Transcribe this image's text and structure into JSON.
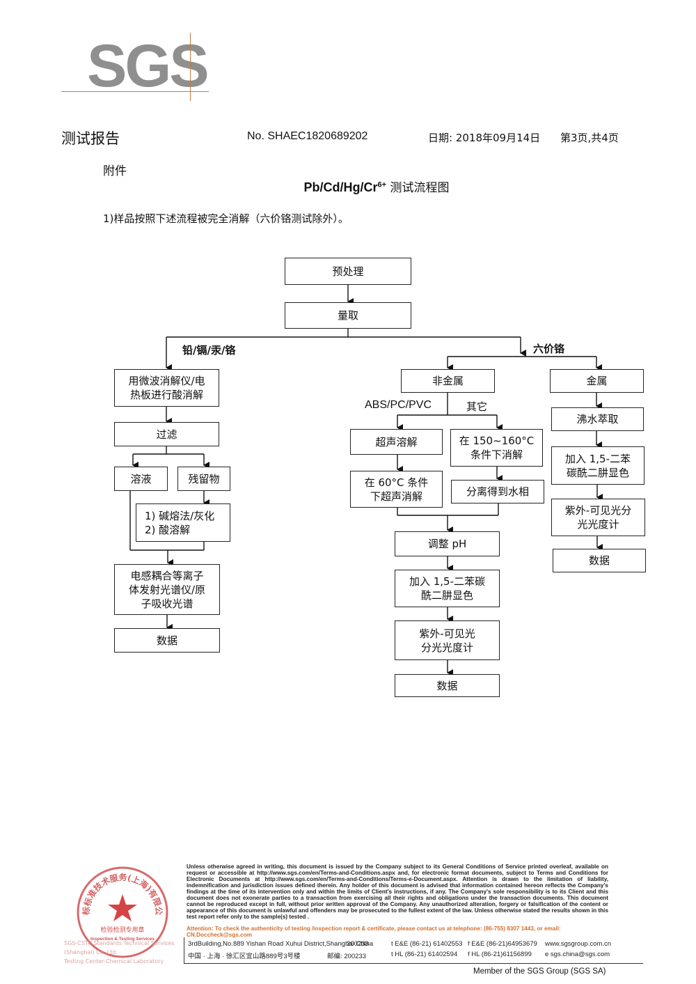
{
  "logo": {
    "text": "SGS"
  },
  "header": {
    "title": "测试报告",
    "report_no": "No. SHAEC1820689202",
    "date": "日期: 2018年09月14日",
    "page": "第3页,共4页"
  },
  "annex": "附件",
  "doc_title": {
    "chem": "Pb/Cd/Hg/Cr",
    "sup": "6+",
    "suffix": " 测试流程图"
  },
  "intro": "1)样品按照下述流程被完全消解（六价铬测试除外）。",
  "flow": {
    "preprocess": "预处理",
    "measure": "量取",
    "branch_left": "铅/镉/汞/铬",
    "branch_right": "六价铬",
    "left": {
      "digest": "用微波消解仪/电\n热板进行酸消解",
      "filter": "过滤",
      "solution": "溶液",
      "residue": "残留物",
      "residue_treat": "1) 碱熔法/灰化\n2) 酸溶解",
      "icp": "电感耦合等离子\n体发射光谱仪/原\n子吸收光谱",
      "data": "数据"
    },
    "mid": {
      "nonmetal": "非金属",
      "abs_label": "ABS/PC/PVC",
      "other_label": "其它",
      "ultrasonic": "超声溶解",
      "digest_150": "在 150~160°C\n条件下消解",
      "ultra_60": "在 60°C 条件\n下超声消解",
      "water_phase": "分离得到水相",
      "adjust_ph": "调整 pH",
      "add_dpc": "加入 1,5-二苯碳\n酰二肼显色",
      "uv_vis": "紫外-可见光\n分光光度计",
      "data": "数据"
    },
    "right": {
      "metal": "金属",
      "boil": "沸水萃取",
      "add_dpc": "加入 1,5-二苯\n碳酰二肼显色",
      "uv_vis": "紫外-可见光分\n光光度计",
      "data": "数据"
    }
  },
  "footer": {
    "stamp_top": "通标标准技术服务(上海)有限公司",
    "stamp_mid": "检验检测专用章",
    "stamp_en": "Inspection & Testing Services",
    "stamp_bottom_1": "SGS-CSTC Standards Technical Services (Shanghai) Co.,Ltd.",
    "stamp_bottom_2": "Testing Center-Chemical Laboratory",
    "terms": "Unless otherwise agreed in writing, this document is issued by the Company subject to its General Conditions of Service printed overleaf, available on request or accessible at http://www.sgs.com/en/Terms-and-Conditions.aspx and, for electronic format documents, subject to Terms and Conditions for Electronic Documents at http://www.sgs.com/en/Terms-and-Conditions/Terms-e-Document.aspx. Attention is drawn to the limitation of liability, indemnification and jurisdiction issues defined therein. Any holder of this document is advised that information contained hereon reflects the Company's findings at the time of its intervention only and within the limits of Client's instructions, if any. The Company's sole responsibility is to its Client and this document does not exonerate parties to a transaction from exercising all their rights and obligations under the transaction documents. This document cannot be reproduced except in full, without prior written approval of the Company. Any unauthorized alteration, forgery or falsification of the content or appearance of this document is unlawful and offenders may be prosecuted to the fullest extent of the law. Unless otherwise stated the results shown in this test report refer only to the sample(s) tested .",
    "attention": "Attention: To check the authenticity of testing /inspection report & certificate, please contact us at telephone: (86-755) 8307 1443, or email: CN.Doccheck@sgs.com",
    "addr_en": "3rdBuilding,No.889 Yishan Road Xuhui District,Shanghai China",
    "zip_en": "200233",
    "tel_1": "t E&E (86-21) 61402553",
    "fax_1": "f E&E (86-21)64953679",
    "web": "www.sgsgroup.com.cn",
    "addr_cn": "中国 · 上海 · 徐汇区宜山路889号3号楼",
    "zip_cn": "邮编: 200233",
    "tel_2": "t HL (86-21) 61402594",
    "fax_2": "f HL (86-21)61156899",
    "email": "e sgs.china@sgs.com",
    "member": "Member of the SGS Group (SGS SA)"
  }
}
